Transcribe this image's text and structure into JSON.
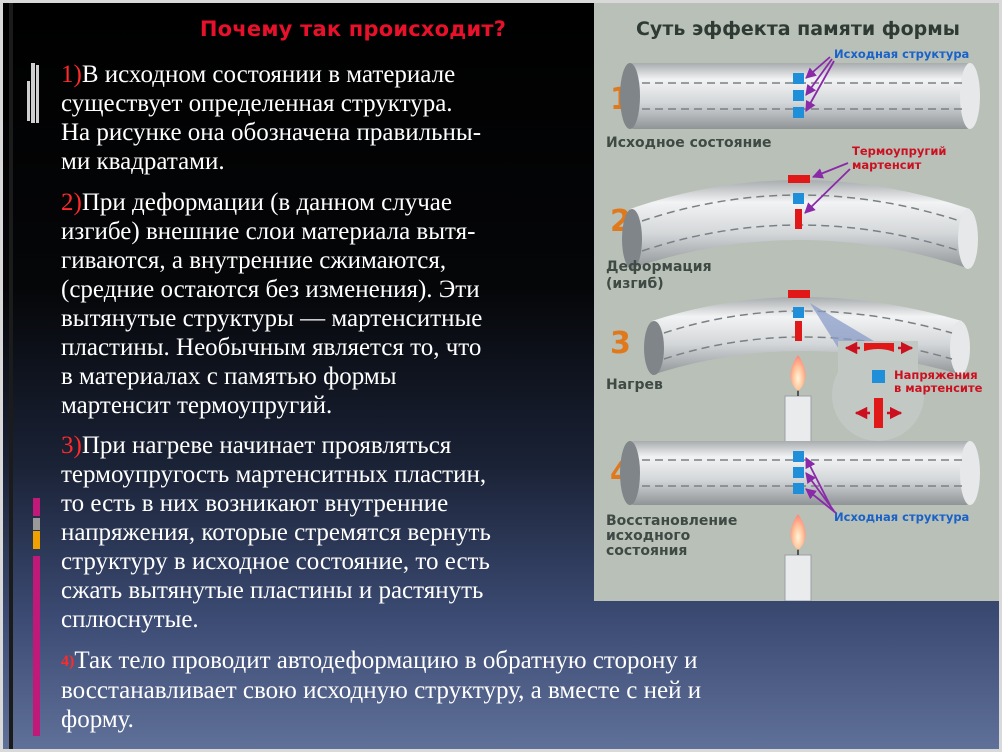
{
  "slide": {
    "title": "Почему так происходит?",
    "paragraphs": [
      {
        "number": "1)",
        "text": "В исходном состоянии в материале\nсуществует определенная структура.\nНа рисунке она обозначена правильны-\nми квадратами."
      },
      {
        "number": "2)",
        "text": "При деформации (в данном случае\nизгибе) внешние слои материала вытя-\nгиваются, а внутренние сжимаются,\n(средние остаются без изменения). Эти\n вытянутые структуры — мартенситные\nпластины. Необычным является то, что\nв материалах с памятью формы\nмартенсит  термоупругий."
      },
      {
        "number": "3)",
        "text": "При нагреве начинает проявляться\nтермоупругость мартенситных пластин,\nто есть в них возникают внутренние\nнапряжения, которые стремятся вернуть\n структуру в исходное состояние, то есть\n сжать вытянутые пластины и растянуть\n сплюснутые."
      },
      {
        "number": "4)",
        "text": "Так тело проводит автодеформацию в обратную сторону и\nвосстанавливает свою исходную структуру, а вместе с ней и\nформу."
      }
    ]
  },
  "figure": {
    "title": "Суть эффекта памяти формы",
    "steps": [
      {
        "number": "1",
        "label_lines": [
          "Исходное состояние"
        ]
      },
      {
        "number": "2",
        "label_lines": [
          "Деформация",
          "(изгиб)"
        ]
      },
      {
        "number": "3",
        "label_lines": [
          "Нагрев"
        ]
      },
      {
        "number": "4",
        "label_lines": [
          "Восстановление",
          "исходного",
          "состояния"
        ]
      }
    ],
    "callouts": {
      "initial_structure": "Исходная структура",
      "thermo_martensite_lines": [
        "Термоупругий",
        "мартенсит"
      ],
      "stress_lines": [
        "Напряжения",
        "в мартенсите"
      ],
      "restored_structure": "Исходная структура"
    }
  },
  "colors": {
    "title_red": "#e8102a",
    "number_red": "#ff2a2a",
    "text": "#ffffff",
    "figure_bg": "#b8c0b8",
    "figure_title": "#2e3a33",
    "step_number": "#e0781c",
    "label": "#404a45",
    "callout_blue": "#1a62c8",
    "callout_red": "#cc1020",
    "square_blue": "#1e8fd8",
    "square_red": "#e01818",
    "arrow_purple": "#8a2aa8"
  },
  "icons": [
    "candle-icon",
    "stress-arrows-icon"
  ]
}
